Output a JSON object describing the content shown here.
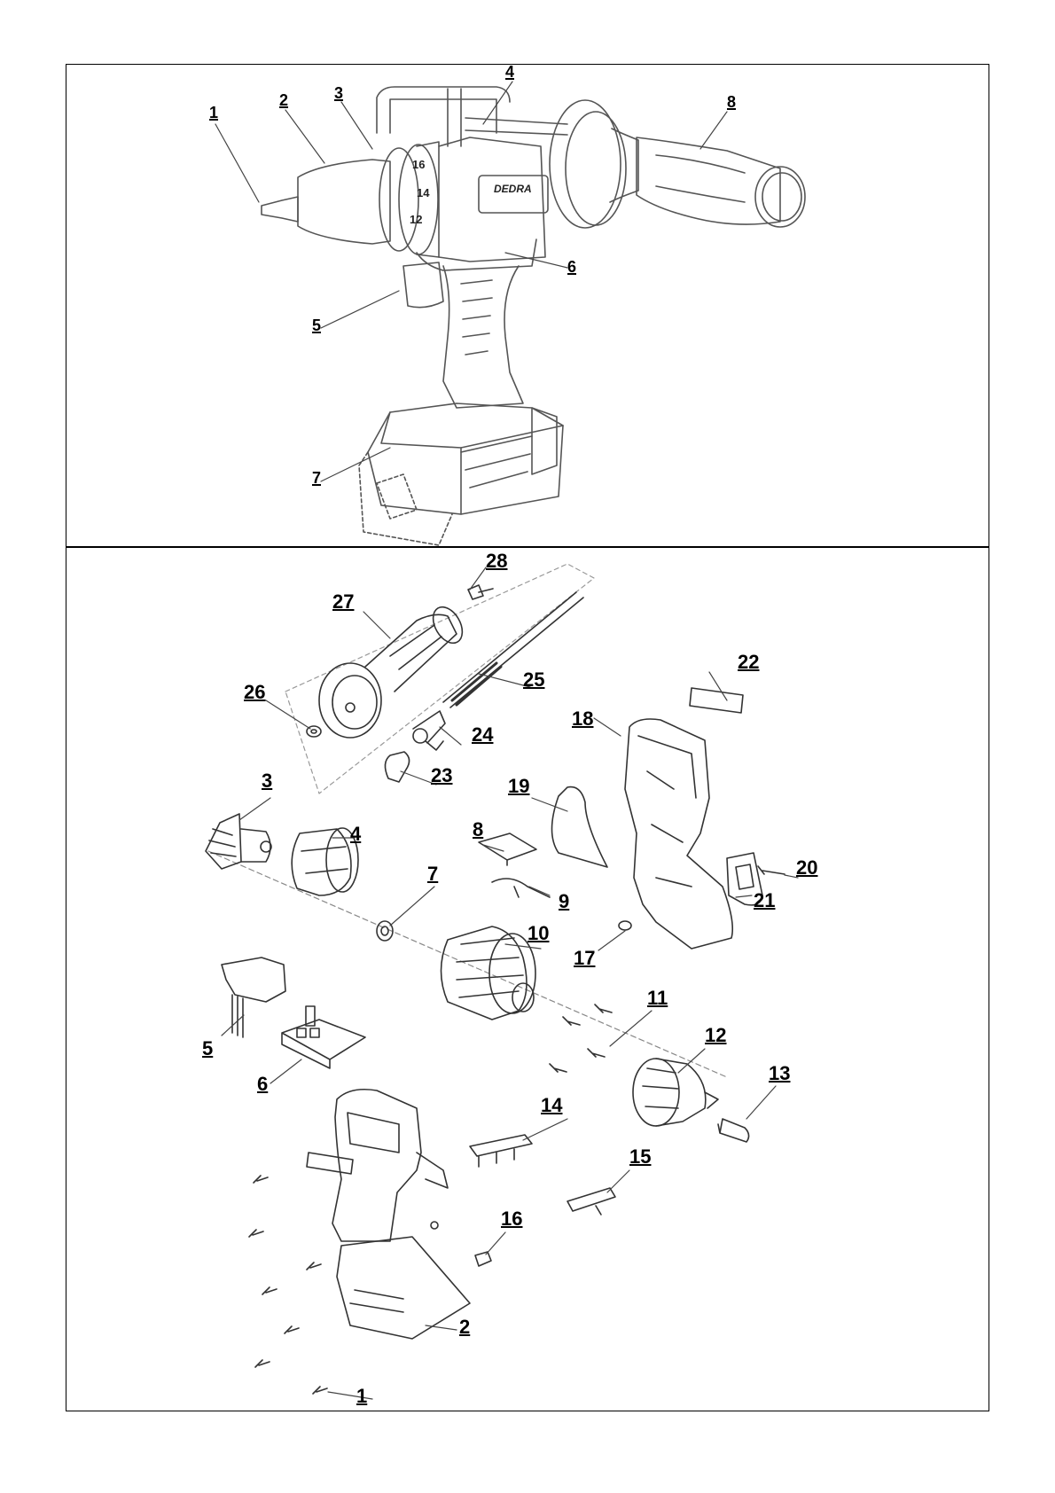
{
  "overview": {
    "labels": [
      "1",
      "2",
      "3",
      "4",
      "5",
      "6",
      "7",
      "8"
    ],
    "brand": "DEDRA",
    "dial_numbers": [
      "12",
      "14",
      "16"
    ]
  },
  "exploded": {
    "labels": [
      "1",
      "2",
      "3",
      "4",
      "5",
      "6",
      "7",
      "8",
      "9",
      "10",
      "11",
      "12",
      "13",
      "14",
      "15",
      "16",
      "17",
      "18",
      "19",
      "20",
      "21",
      "22",
      "23",
      "24",
      "25",
      "26",
      "27",
      "28"
    ]
  }
}
